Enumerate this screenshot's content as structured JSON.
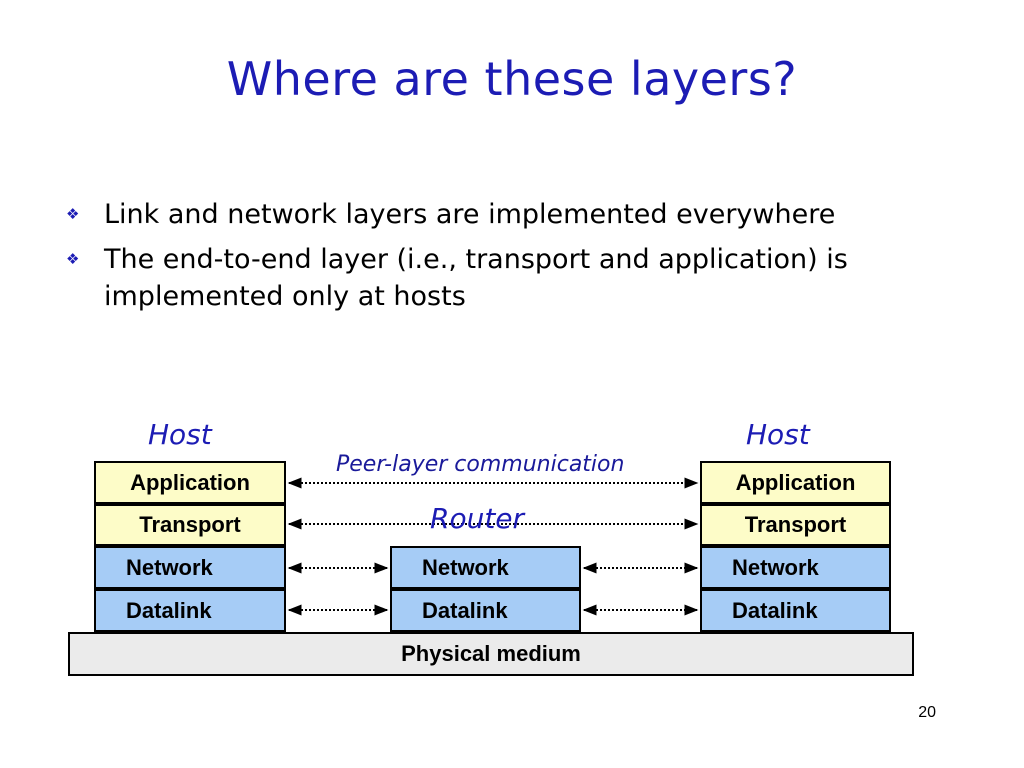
{
  "slide": {
    "title": "Where are these layers?",
    "page_number": "20"
  },
  "bullets": [
    {
      "icon": "diamond-bullet-icon",
      "text": "Link and network layers are implemented everywhere"
    },
    {
      "icon": "diamond-bullet-icon",
      "text": "The end-to-end layer (i.e., transport and application) is implemented only at hosts"
    }
  ],
  "diagram": {
    "left_host": {
      "label": "Host",
      "layers": [
        "Application",
        "Transport",
        "Network",
        "Datalink"
      ]
    },
    "router": {
      "label": "Router",
      "layers": [
        "Network",
        "Datalink"
      ]
    },
    "right_host": {
      "label": "Host",
      "layers": [
        "Application",
        "Transport",
        "Network",
        "Datalink"
      ]
    },
    "peer_label": "Peer-layer communication",
    "physical_medium": "Physical medium",
    "colors": {
      "title": "#1c1cb4",
      "upper_layer_fill": "#fdfcc8",
      "lower_layer_fill": "#a6ccf6",
      "physical_fill": "#ebebeb"
    }
  }
}
